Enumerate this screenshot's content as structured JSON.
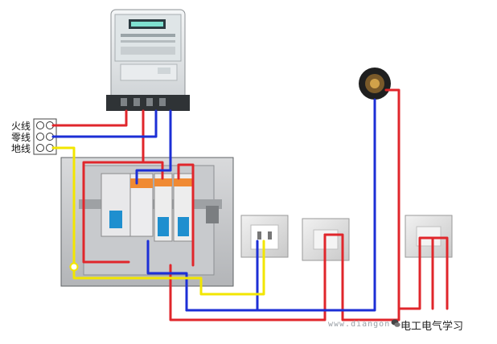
{
  "diagram": {
    "terminal_labels": {
      "live": "火线",
      "neutral": "零线",
      "ground": "地线"
    },
    "watermark": {
      "text": "电工电气学习",
      "url": "www.diangon"
    },
    "wire_colors": {
      "live": "#e0262b",
      "neutral": "#1c2fd6",
      "ground": "#f2e600"
    },
    "icons": [
      "electric-meter-icon",
      "lamp-socket-icon",
      "breaker-icon",
      "outlet-icon",
      "switch-icon",
      "wechat-logo-icon"
    ]
  }
}
